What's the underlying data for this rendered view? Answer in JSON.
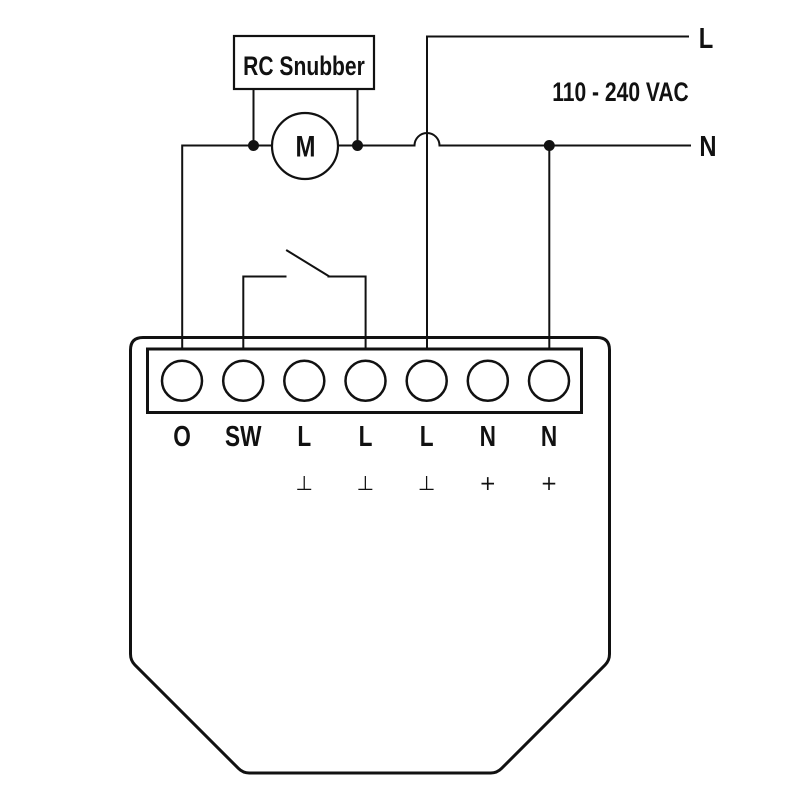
{
  "diagram": {
    "kind": "relay-module-wiring-diagram",
    "supply": {
      "line_label": "L",
      "neutral_label": "N",
      "voltage_label": "110 - 240 VAC"
    },
    "components": {
      "rc_snubber_label": "RC Snubber",
      "motor_label": "M"
    },
    "terminals": [
      {
        "label": "O"
      },
      {
        "label": "SW"
      },
      {
        "label": "L",
        "symbol": "⊥"
      },
      {
        "label": "L",
        "symbol": "⊥"
      },
      {
        "label": "L",
        "symbol": "⊥"
      },
      {
        "label": "N",
        "symbol": "+"
      },
      {
        "label": "N",
        "symbol": "+"
      }
    ],
    "colors": {
      "line": "#111111",
      "background": "#ffffff"
    }
  }
}
